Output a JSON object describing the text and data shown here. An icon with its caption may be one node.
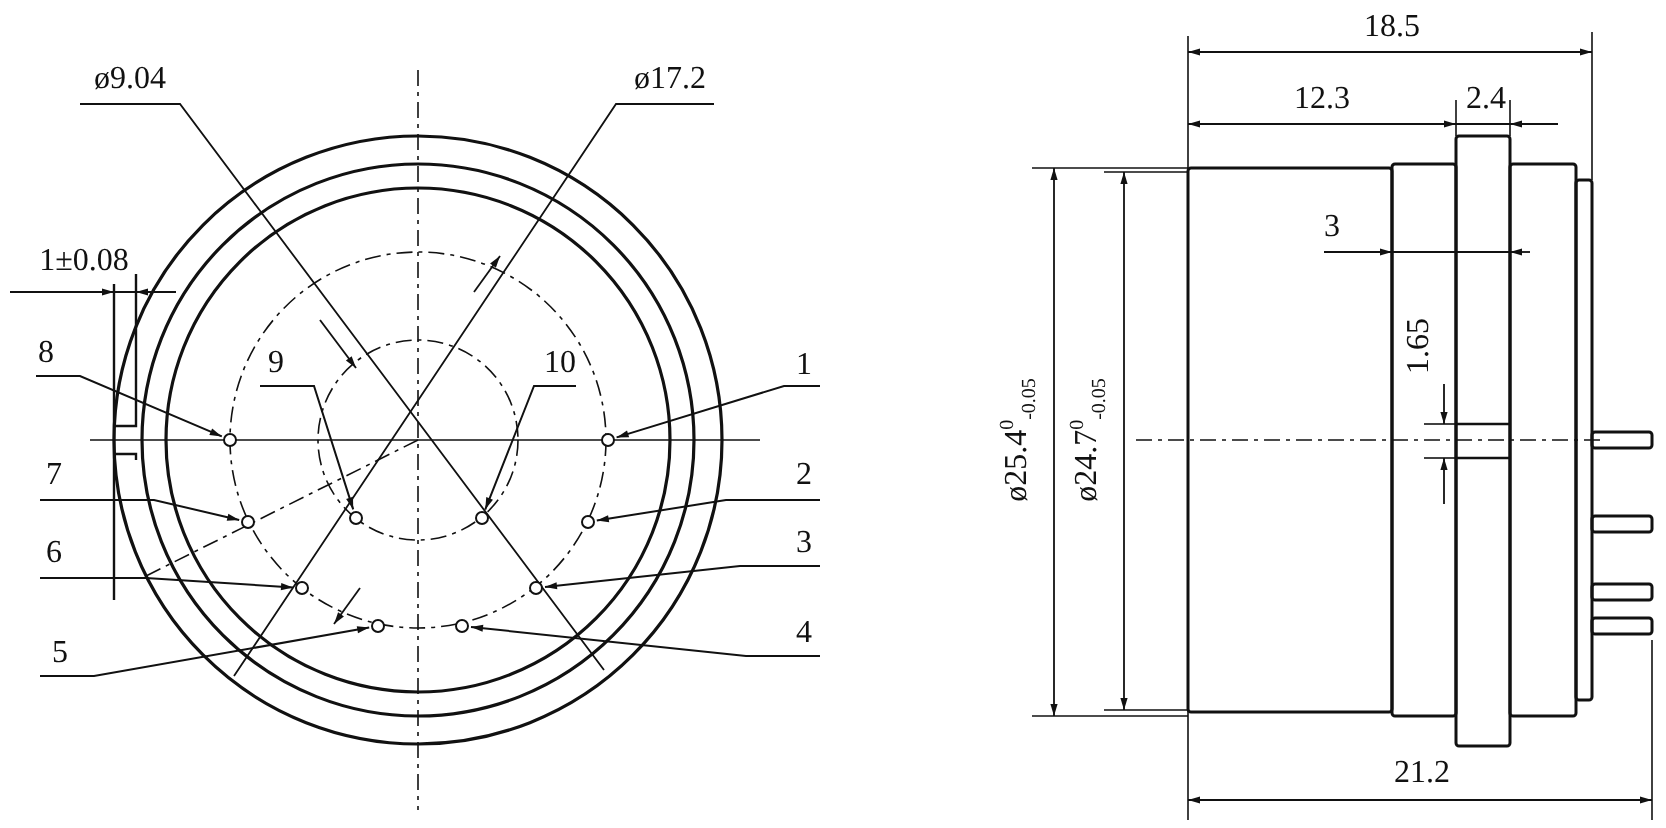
{
  "diagram": {
    "nodes": [
      {
        "text": [
          "8"
        ]
      },
      {
        "text": [
          "9"
        ]
      },
      {
        "text": [
          "10"
        ]
      },
      {
        "text": [
          "1"
        ]
      },
      {
        "text": [
          "7"
        ]
      },
      {
        "text": [
          "2"
        ]
      },
      {
        "text": [
          "6"
        ]
      },
      {
        "text": [
          "3"
        ]
      },
      {
        "text": [
          "5"
        ]
      },
      {
        "text": [
          "4"
        ]
      },
      {
        "text": [],
        "shape": "circle"
      },
      {
        "text": [],
        "shape": "circle"
      },
      {
        "text": [],
        "shape": "circle"
      },
      {
        "text": [],
        "shape": "circle"
      },
      {
        "text": [],
        "shape": "circle"
      },
      {
        "text": [],
        "shape": "circle"
      },
      {
        "text": [],
        "shape": "circle"
      },
      {
        "text": [],
        "shape": "circle"
      },
      {
        "text": [],
        "shape": "circle"
      },
      {
        "text": [],
        "shape": "circle"
      }
    ],
    "edges": [
      {
        "from": 0,
        "to": 10,
        "arrow": "to"
      },
      {
        "from": 1,
        "to": 13,
        "arrow": "to"
      },
      {
        "from": 2,
        "to": 16,
        "arrow": "to"
      },
      {
        "from": 3,
        "to": 19,
        "arrow": "to"
      },
      {
        "from": 4,
        "to": 11,
        "arrow": "to"
      },
      {
        "from": 5,
        "to": 18,
        "arrow": "to"
      },
      {
        "from": 6,
        "to": 12,
        "arrow": "to"
      },
      {
        "from": 7,
        "to": 17,
        "arrow": "to"
      },
      {
        "from": 8,
        "to": 14,
        "arrow": "to"
      },
      {
        "from": 9,
        "to": 15,
        "arrow": "to"
      }
    ],
    "labels": [
      "ø9.04",
      "ø17.2",
      "18.5",
      "12.3",
      "2.4",
      "1±0.08",
      "3",
      "1.65",
      "ø25.4$^{0}$$_{-0.05}$",
      "ø24.7$^{0}$$_{-0.05}$",
      "21.2"
    ]
  }
}
